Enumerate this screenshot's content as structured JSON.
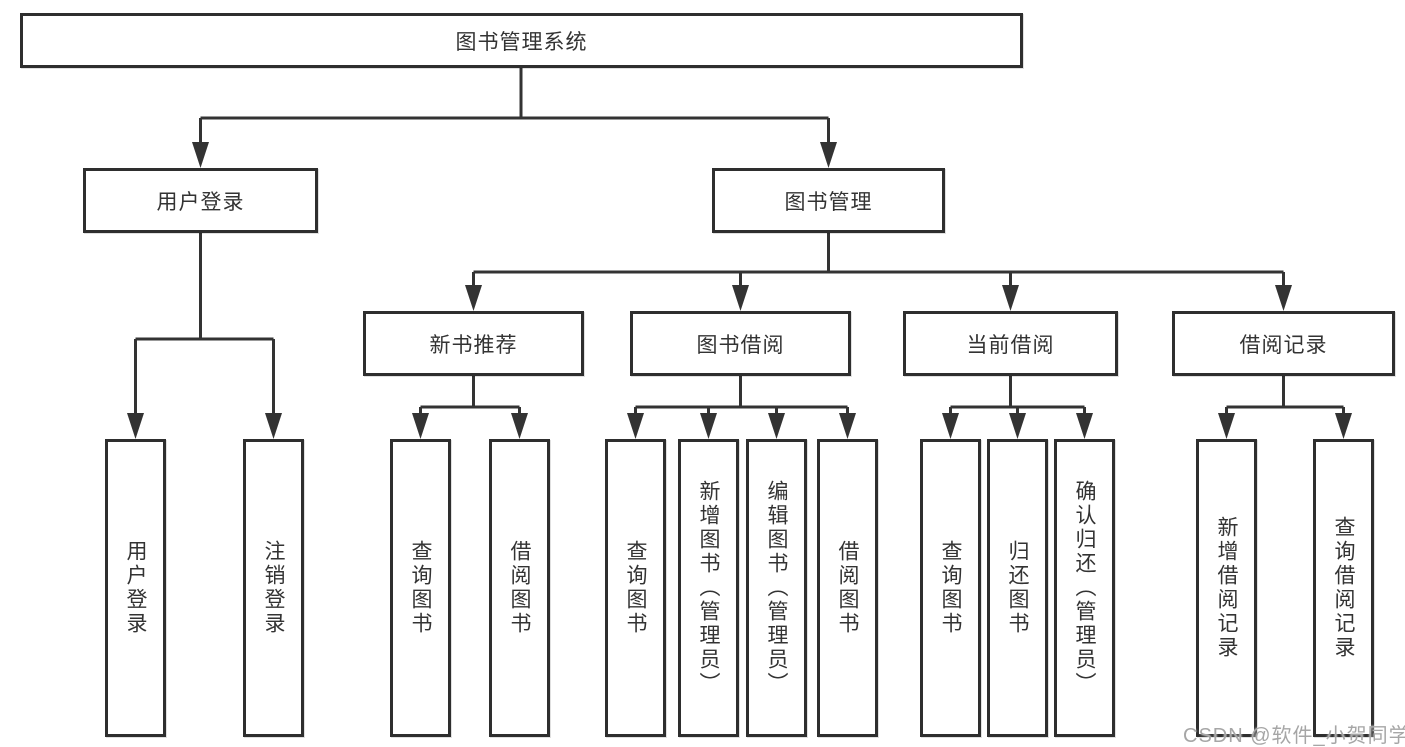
{
  "nodes": {
    "root": {
      "label": "图书管理系统"
    },
    "user_login": {
      "label": "用户登录"
    },
    "book_mgmt": {
      "label": "图书管理"
    },
    "new_book_rec": {
      "label": "新书推荐"
    },
    "book_borrow": {
      "label": "图书借阅"
    },
    "current_borrow": {
      "label": "当前借阅"
    },
    "borrow_records": {
      "label": "借阅记录"
    },
    "leaf_user_login": {
      "label": "用户登录"
    },
    "leaf_logout": {
      "label": "注销登录"
    },
    "leaf_nb_query": {
      "label": "查询图书"
    },
    "leaf_nb_borrow": {
      "label": "借阅图书"
    },
    "leaf_bb_query": {
      "label": "查询图书"
    },
    "leaf_bb_add": {
      "label": "新增图书（管理员）"
    },
    "leaf_bb_edit": {
      "label": "编辑图书（管理员）"
    },
    "leaf_bb_borrow": {
      "label": "借阅图书"
    },
    "leaf_cb_query": {
      "label": "查询图书"
    },
    "leaf_cb_return": {
      "label": "归还图书"
    },
    "leaf_cb_confirm": {
      "label": "确认归还（管理员）"
    },
    "leaf_br_add": {
      "label": "新增借阅记录"
    },
    "leaf_br_query": {
      "label": "查询借阅记录"
    }
  },
  "hierarchy": {
    "图书管理系统": {
      "用户登录": [
        "用户登录",
        "注销登录"
      ],
      "图书管理": {
        "新书推荐": [
          "查询图书",
          "借阅图书"
        ],
        "图书借阅": [
          "查询图书",
          "新增图书（管理员）",
          "编辑图书（管理员）",
          "借阅图书"
        ],
        "当前借阅": [
          "查询图书",
          "归还图书",
          "确认归还（管理员）"
        ],
        "借阅记录": [
          "新增借阅记录",
          "查询借阅记录"
        ]
      }
    }
  },
  "watermark": {
    "text": "CSDN @软件_小贺同学"
  },
  "colors": {
    "box_border": "#2e2e2e",
    "connector": "#333333",
    "text": "#333333",
    "watermark": "#a6a6a6",
    "background": "#ffffff"
  }
}
